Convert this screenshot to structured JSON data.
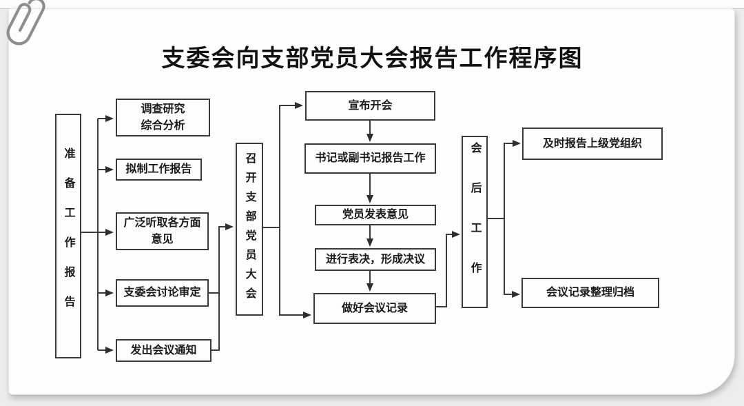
{
  "title": "支委会向支部党员大会报告工作程序图",
  "colors": {
    "line": "#3a3a3a",
    "box_border": "#3a3a3a",
    "text": "#1a1a1a",
    "card_bg": "#fdfdfc",
    "page_bg": "#ededeb"
  },
  "icons": {
    "paperclip": "paperclip-icon"
  },
  "stages": {
    "prepare": {
      "label": "准备工作报告"
    },
    "convene": {
      "label": "召开支部党员大会"
    },
    "after": {
      "label": "会后工作"
    }
  },
  "prepare_steps": [
    {
      "label": "调查研究\n综合分析"
    },
    {
      "label": "拟制工作报告"
    },
    {
      "label": "广泛听取各方面\n意见"
    },
    {
      "label": "支委会讨论审定"
    },
    {
      "label": "发出会议通知"
    }
  ],
  "meeting_steps": [
    {
      "label": "宣布开会"
    },
    {
      "label": "书记或副书记报告工作"
    },
    {
      "label": "党员发表意见"
    },
    {
      "label": "进行表决，形成决议"
    },
    {
      "label": "做好会议记录"
    }
  ],
  "after_steps": [
    {
      "label": "及时报告上级党组织"
    },
    {
      "label": "会议记录整理归档"
    }
  ]
}
